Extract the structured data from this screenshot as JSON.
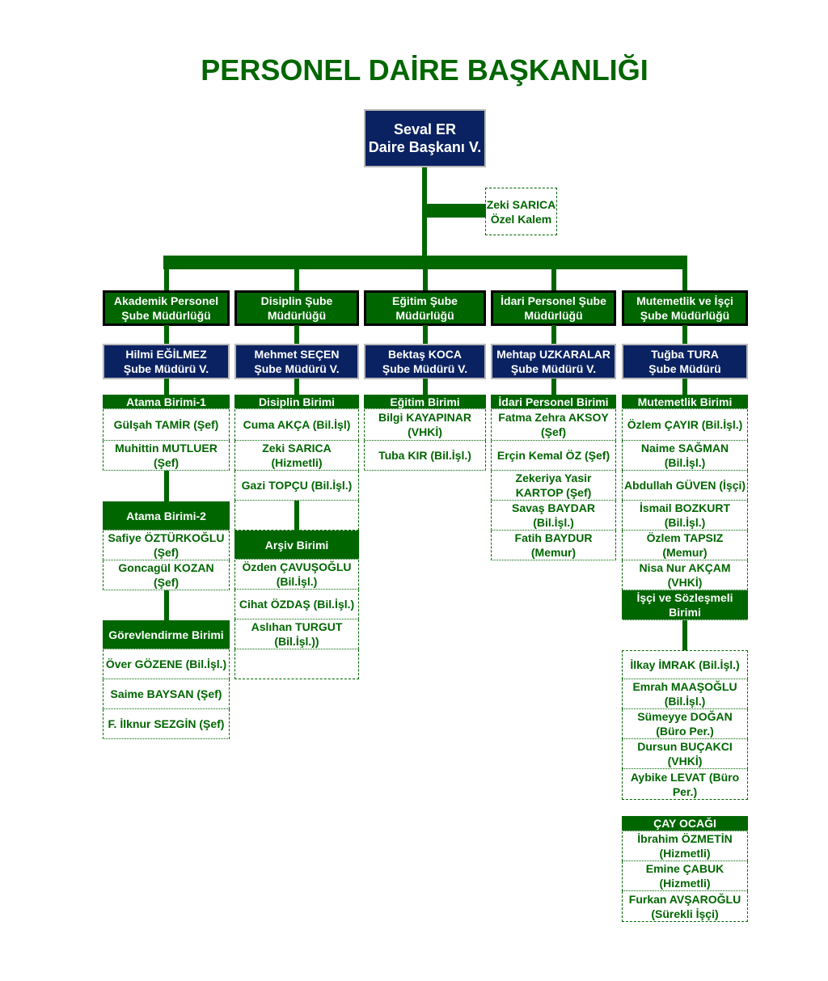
{
  "title": "PERSONEL DAİRE BAŞKANLIĞI",
  "head": {
    "name": "Seval ER",
    "title": "Daire Başkanı V."
  },
  "private_office": {
    "name": "Zeki SARICA",
    "title": "Özel Kalem"
  },
  "colors": {
    "green": "#006600",
    "navy": "#0b2262"
  },
  "columns": [
    {
      "department": "Akademik Personel Şube Müdürlüğü",
      "manager": {
        "name": "Hilmi EĞİLMEZ",
        "title": "Şube Müdürü V."
      },
      "units": [
        {
          "name": "Atama Birimi-1",
          "members": [
            "Gülşah TAMİR (Şef)",
            "Muhittin MUTLUER (Şef)"
          ]
        },
        {
          "name": "Atama Birimi-2",
          "members": [
            "Safiye ÖZTÜRKOĞLU (Şef)",
            "Goncagül KOZAN (Şef)"
          ]
        },
        {
          "name": "Görevlendirme Birimi",
          "members": [
            "Över GÖZENE (Bil.İşl.)",
            "Saime BAYSAN (Şef)",
            "F. İlknur SEZGİN (Şef)"
          ]
        }
      ]
    },
    {
      "department": "Disiplin Şube Müdürlüğü",
      "manager": {
        "name": "Mehmet SEÇEN",
        "title": "Şube Müdürü V."
      },
      "units": [
        {
          "name": "Disiplin Birimi",
          "members": [
            "Cuma AKÇA (Bil.İşl)",
            "Zeki SARICA (Hizmetli)",
            "Gazi TOPÇU (Bil.İşl.)"
          ]
        },
        {
          "name": "Arşiv Birimi",
          "members": [
            "Özden ÇAVUŞOĞLU (Bil.İşl.)",
            "Cihat ÖZDAŞ (Bil.İşl.)",
            "Aslıhan TURGUT (Bil.İşl.))"
          ]
        }
      ]
    },
    {
      "department": "Eğitim Şube Müdürlüğü",
      "manager": {
        "name": "Bektaş KOCA",
        "title": "Şube Müdürü V."
      },
      "units": [
        {
          "name": "Eğitim Birimi",
          "members": [
            "Bilgi KAYAPINAR (VHKİ)",
            "Tuba KIR (Bil.İşl.)"
          ]
        }
      ]
    },
    {
      "department": "İdari Personel Şube Müdürlüğü",
      "manager": {
        "name": "Mehtap UZKARALAR",
        "title": "Şube Müdürü V."
      },
      "units": [
        {
          "name": "İdari Personel Birimi",
          "members": [
            "Fatma Zehra AKSOY (Şef)",
            "Erçin Kemal ÖZ (Şef)",
            "Zekeriya Yasir KARTOP (Şef)",
            "Savaş BAYDAR (Bil.İşl.)",
            "Fatih BAYDUR (Memur)"
          ]
        }
      ]
    },
    {
      "department": "Mutemetlik ve İşçi Şube Müdürlüğü",
      "manager": {
        "name": "Tuğba TURA",
        "title": "Şube Müdürü"
      },
      "units": [
        {
          "name": "Mutemetlik Birimi",
          "members": [
            "Özlem ÇAYIR (Bil.İşl.)",
            "Naime SAĞMAN (Bil.İşl.)",
            "Abdullah GÜVEN (İşçi)",
            "İsmail BOZKURT (Bil.İşl.)",
            "Özlem TAPSIZ (Memur)",
            "Nisa Nur AKÇAM (VHKİ)"
          ]
        },
        {
          "name": "İşçi ve Sözleşmeli Birimi",
          "members": [
            "İlkay İMRAK (Bil.İşl.)",
            "Emrah MAAŞOĞLU (Bil.İşl.)",
            "Sümeyye DOĞAN (Büro Per.)",
            "Dursun BUÇAKCI (VHKİ)",
            "Aybike LEVAT (Büro Per.)"
          ]
        },
        {
          "name": "ÇAY OCAĞI",
          "members": [
            "İbrahim ÖZMETİN (Hizmetli)",
            "Emine ÇABUK (Hizmetli)",
            "Furkan AVŞAROĞLU (Sürekli İşçi)"
          ]
        }
      ]
    }
  ]
}
